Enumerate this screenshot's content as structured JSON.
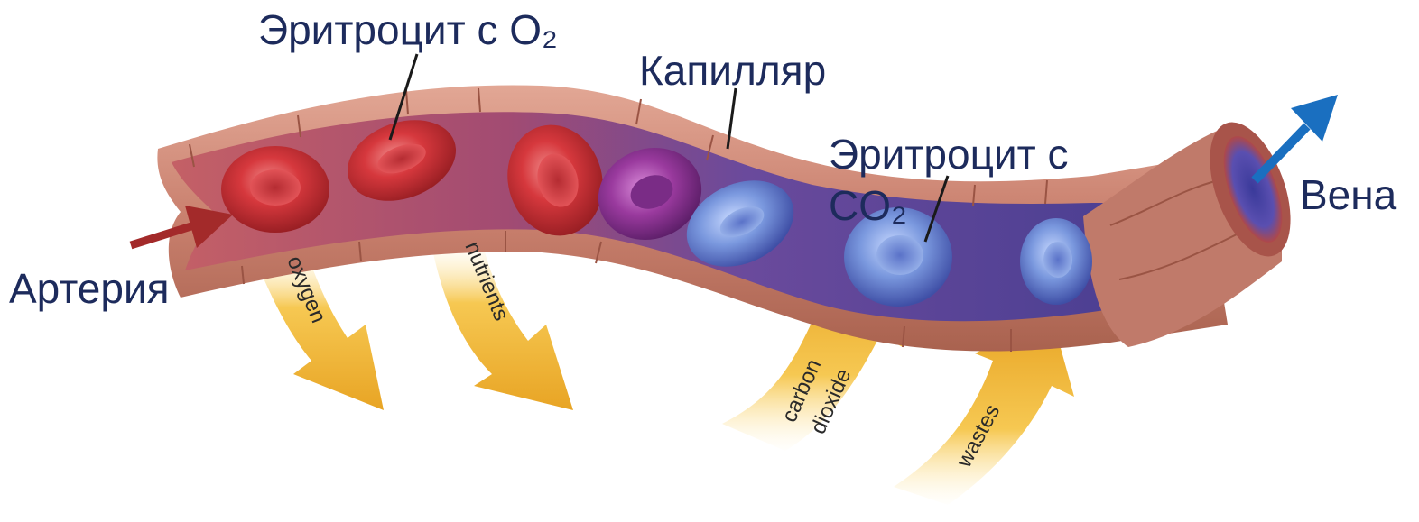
{
  "labels": {
    "rbc_o2": "Эритроцит с O₂",
    "capillary": "Капилляр",
    "rbc_co2_line1": "Эритроцит с",
    "rbc_co2_line2": "CO₂",
    "artery": "Артерия",
    "vein": "Вена"
  },
  "arrows": {
    "oxygen": "oxygen",
    "nutrients": "nutrients",
    "carbon": "carbon",
    "dioxide": "dioxide",
    "wastes": "wastes"
  },
  "colors": {
    "label_text": "#1d2b5c",
    "vessel_wall": "#c98572",
    "lumen_arterial": "#b95a5f",
    "lumen_venous": "#5d4a9c",
    "rbc_oxygenated": "#d23a3e",
    "rbc_deoxygenated": "#6f8fd6",
    "flow_arrow": "#f2b93a",
    "artery_arrow": "#a32a2a",
    "vein_arrow": "#1a6fc0"
  }
}
